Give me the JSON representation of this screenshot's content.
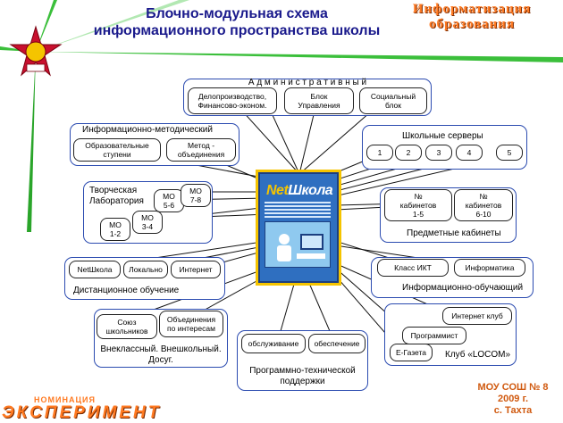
{
  "header": {
    "title_line1": "Блочно-модульная схема",
    "title_line2": "информационного пространства  школы",
    "brand_line1": "Информатизация",
    "brand_line2": "образования"
  },
  "center": {
    "brand_net": "Net",
    "brand_school": "Школа"
  },
  "groups": {
    "admin": {
      "title": "А д м и н и с т р а т и в н ы й",
      "items": [
        "Делопроизводство,\nФинансово-эконом.",
        "Блок\nУправления",
        "Социальный\nблок"
      ]
    },
    "method": {
      "title": "Информационно-методический",
      "items": [
        "Образовательные\nступени",
        "Метод -\nобъединения"
      ]
    },
    "servers": {
      "title": "Школьные серверы",
      "items": [
        "1",
        "2",
        "3",
        "4",
        "5"
      ]
    },
    "lab": {
      "title": "Творческая\nЛаборатория",
      "items": [
        "МО\n5-6",
        "МО\n7-8",
        "МО\n1-2",
        "МО\n3-4"
      ]
    },
    "subject": {
      "title": "Предметные кабинеты",
      "items": [
        "№\nкабинетов\n1-5",
        "№\nкабинетов\n6-10"
      ]
    },
    "distance": {
      "title": "Дистанционное обучение",
      "items": [
        "NetШкола",
        "Локально",
        "Интернет"
      ]
    },
    "ict": {
      "title": "Информационно-обучающий",
      "items": [
        "Класс ИКТ",
        "Информатика"
      ]
    },
    "extra": {
      "title": "Внеклассный. Внешкольный.\nДосуг.",
      "items": [
        "Союз\nшкольников",
        "Объединения\nпо интересам"
      ]
    },
    "tech": {
      "title": "Программно-технической\nподдержки",
      "items": [
        "обслуживание",
        "обеспечение"
      ]
    },
    "club": {
      "title": "Клуб «LOCOM»",
      "items": [
        "Интернет клуб",
        "Программист",
        "Е-Газета"
      ]
    }
  },
  "footer": {
    "nomination": "НОМИНАЦИЯ",
    "experiment": "ЭКСПЕРИМЕНТ",
    "school_line1": "МОУ СОШ № 8",
    "school_line2": "2009 г.",
    "school_line3": "с. Тахта"
  },
  "colors": {
    "accent_blue": "#2b4bb0",
    "brand_orange": "#ff7a22",
    "ray_green": "#2aa52a",
    "book_blue": "#2f6fc0"
  }
}
